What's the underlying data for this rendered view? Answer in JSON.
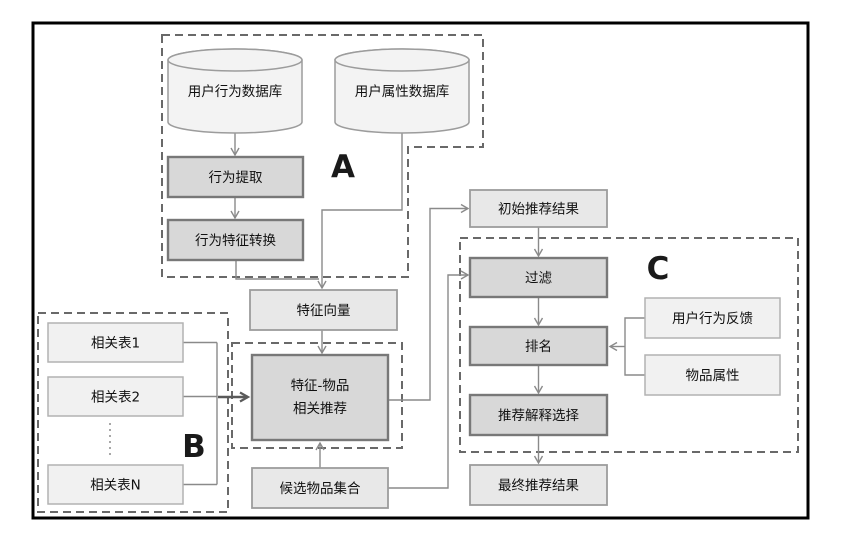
{
  "diagram": {
    "region_labels": {
      "a": "A",
      "b": "B",
      "c": "C"
    },
    "nodes": {
      "user_behavior_db": "用户行为数据库",
      "user_attr_db": "用户属性数据库",
      "behavior_extract": "行为提取",
      "behavior_feature_transform": "行为特征转换",
      "feature_vector": "特征向量",
      "related_table_1": "相关表1",
      "related_table_2": "相关表2",
      "related_table_n": "相关表N",
      "feature_item_line1": "特征-物品",
      "feature_item_line2": "相关推荐",
      "candidate_items": "候选物品集合",
      "initial_result": "初始推荐结果",
      "filter": "过滤",
      "rank": "排名",
      "user_feedback": "用户行为反馈",
      "item_attrs": "物品属性",
      "explain_select": "推荐解释选择",
      "final_result": "最终推荐结果"
    },
    "colors": {
      "process_box_fill": "#d8d8d8",
      "process_box_border": "#787878",
      "data_box_fill": "#e8e8e8",
      "data_box_border": "#9c9c9c",
      "source_box_fill": "#f1f1f1",
      "source_box_border": "#b2b2b2",
      "edge": "#8a8a8a",
      "dashed_region": "#696969",
      "outer_border": "#000000"
    }
  }
}
